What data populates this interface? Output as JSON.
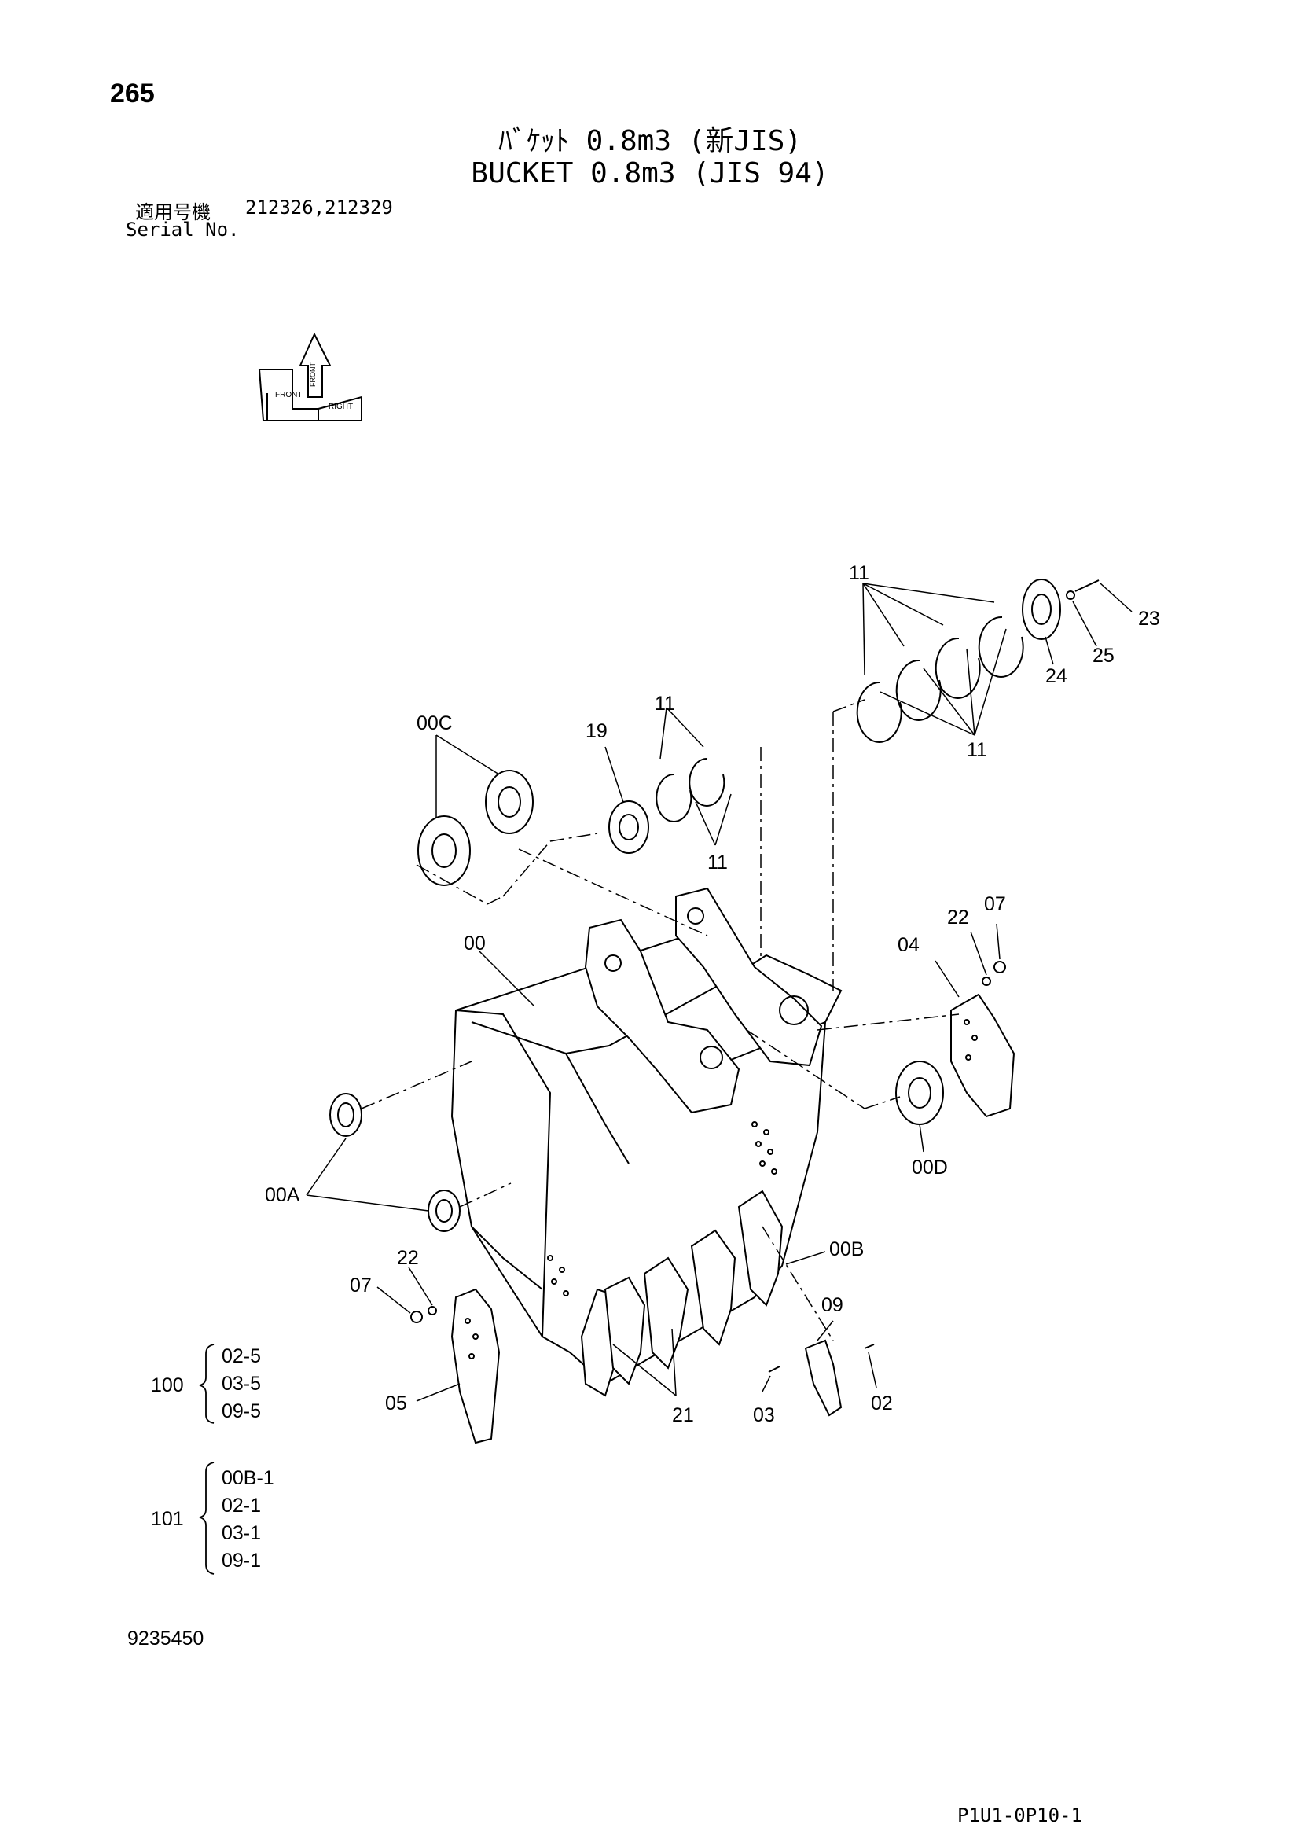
{
  "header": {
    "page_number": "265",
    "title_jp": "ﾊﾞｹｯﾄ 0.8m3 (新JIS)",
    "title_en": "BUCKET 0.8m3 (JIS 94)",
    "serial_label_jp": "適用号機",
    "serial_values": "212326,212329",
    "serial_label_en": "Serial No."
  },
  "orientation_icon": {
    "labels": [
      "FRONT",
      "RIGHT",
      "FRONT"
    ],
    "icon": "orientation-arrow-icon"
  },
  "callouts": {
    "c11_top": "11",
    "c23": "23",
    "c25": "25",
    "c24": "24",
    "c11_right": "11",
    "c00c": "00C",
    "c19": "19",
    "c11_mid": "11",
    "c11_mid_bottom": "11",
    "c00": "00",
    "c22_right": "22",
    "c07_right": "07",
    "c04": "04",
    "c00d": "00D",
    "c00a": "00A",
    "c00b": "00B",
    "c22_left": "22",
    "c07_left": "07",
    "c09": "09",
    "c05": "05",
    "c21": "21",
    "c03": "03",
    "c02": "02"
  },
  "kits": [
    {
      "id": "100",
      "items": [
        "02-5",
        "03-5",
        "09-5"
      ]
    },
    {
      "id": "101",
      "items": [
        "00B-1",
        "02-1",
        "03-1",
        "09-1"
      ]
    }
  ],
  "footer": {
    "drawing_number": "9235450",
    "page_reference": "P1U1-0P10-1"
  }
}
